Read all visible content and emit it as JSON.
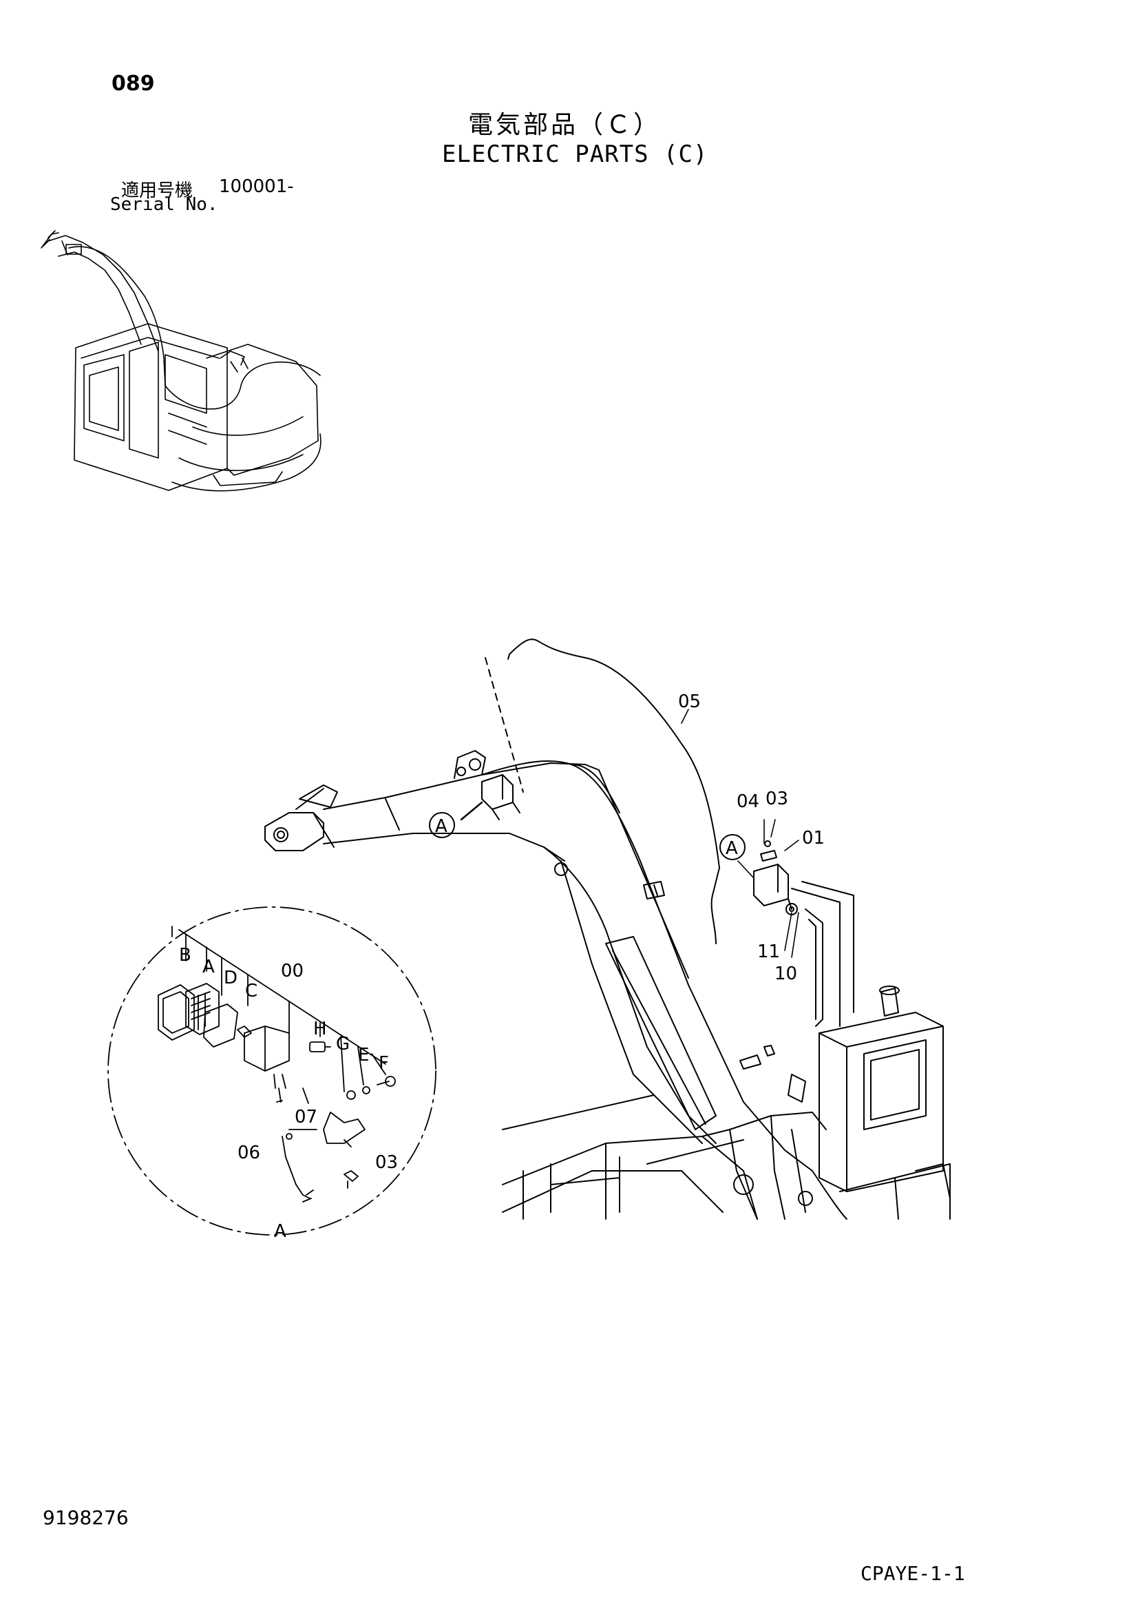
{
  "header": {
    "page_number": "089",
    "title_jp": "電気部品（Ｃ）",
    "title_en": "ELECTRIC PARTS (C)",
    "serial_label_jp": "適用号機",
    "serial_range": "100001-",
    "serial_label_en": "Serial No."
  },
  "diagram": {
    "callouts": {
      "p05": "05",
      "p04": "04",
      "p03_top": "03",
      "p01": "01",
      "p11": "11",
      "p10": "10",
      "ref_a_boom": "A",
      "ref_a_right": "A",
      "detail_b": "B",
      "detail_a": "A",
      "detail_d": "D",
      "detail_c": "C",
      "p00": "00",
      "detail_h": "H",
      "detail_g": "G",
      "detail_e": "E",
      "detail_f": "F",
      "p07": "07",
      "p06": "06",
      "p03_bottom": "03",
      "detail_view_label": "A"
    }
  },
  "footer": {
    "doc_number": "9198276",
    "catalog_code": "CPAYE-1-1"
  }
}
